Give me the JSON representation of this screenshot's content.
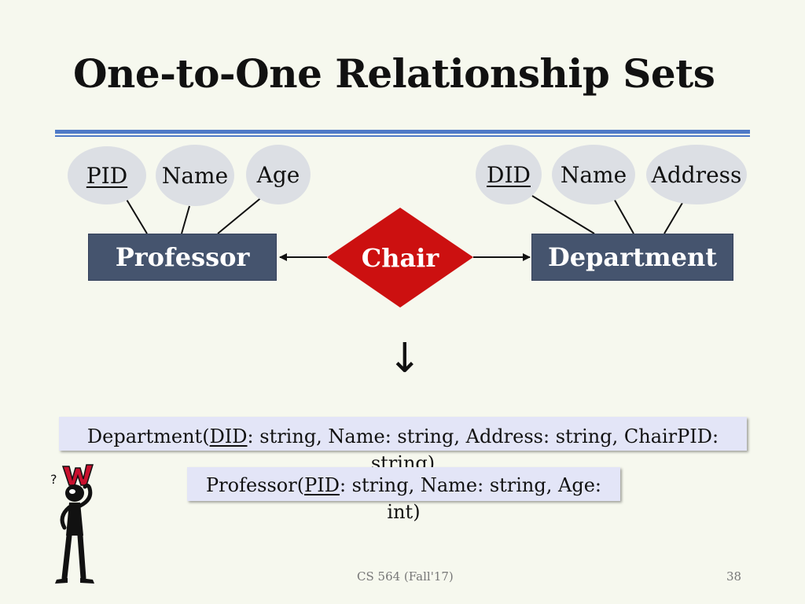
{
  "slide": {
    "title": "One-to-One Relationship Sets",
    "footer_course": "CS 564 (Fall'17)",
    "page_number": "38"
  },
  "diagram": {
    "professor_attributes": [
      {
        "label": "PID",
        "key": true
      },
      {
        "label": "Name",
        "key": false
      },
      {
        "label": "Age",
        "key": false
      }
    ],
    "department_attributes": [
      {
        "label": "DID",
        "key": true
      },
      {
        "label": "Name",
        "key": false
      },
      {
        "label": "Address",
        "key": false
      }
    ],
    "entity_left": "Professor",
    "relationship": "Chair",
    "entity_right": "Department",
    "colors": {
      "entity": "#45546e",
      "relationship": "#cc1010",
      "attribute": "#dcdfe4",
      "rule": "#4f7ac7"
    }
  },
  "arrow_glyph": "↓",
  "schemas": {
    "department": {
      "name": "Department(",
      "key": "DID",
      "rest": ": string, Name: string, Address: string, ChairPID: string)"
    },
    "professor": {
      "name": "Professor(",
      "key": "PID",
      "rest": ": string, Name: string, Age: int)"
    }
  }
}
